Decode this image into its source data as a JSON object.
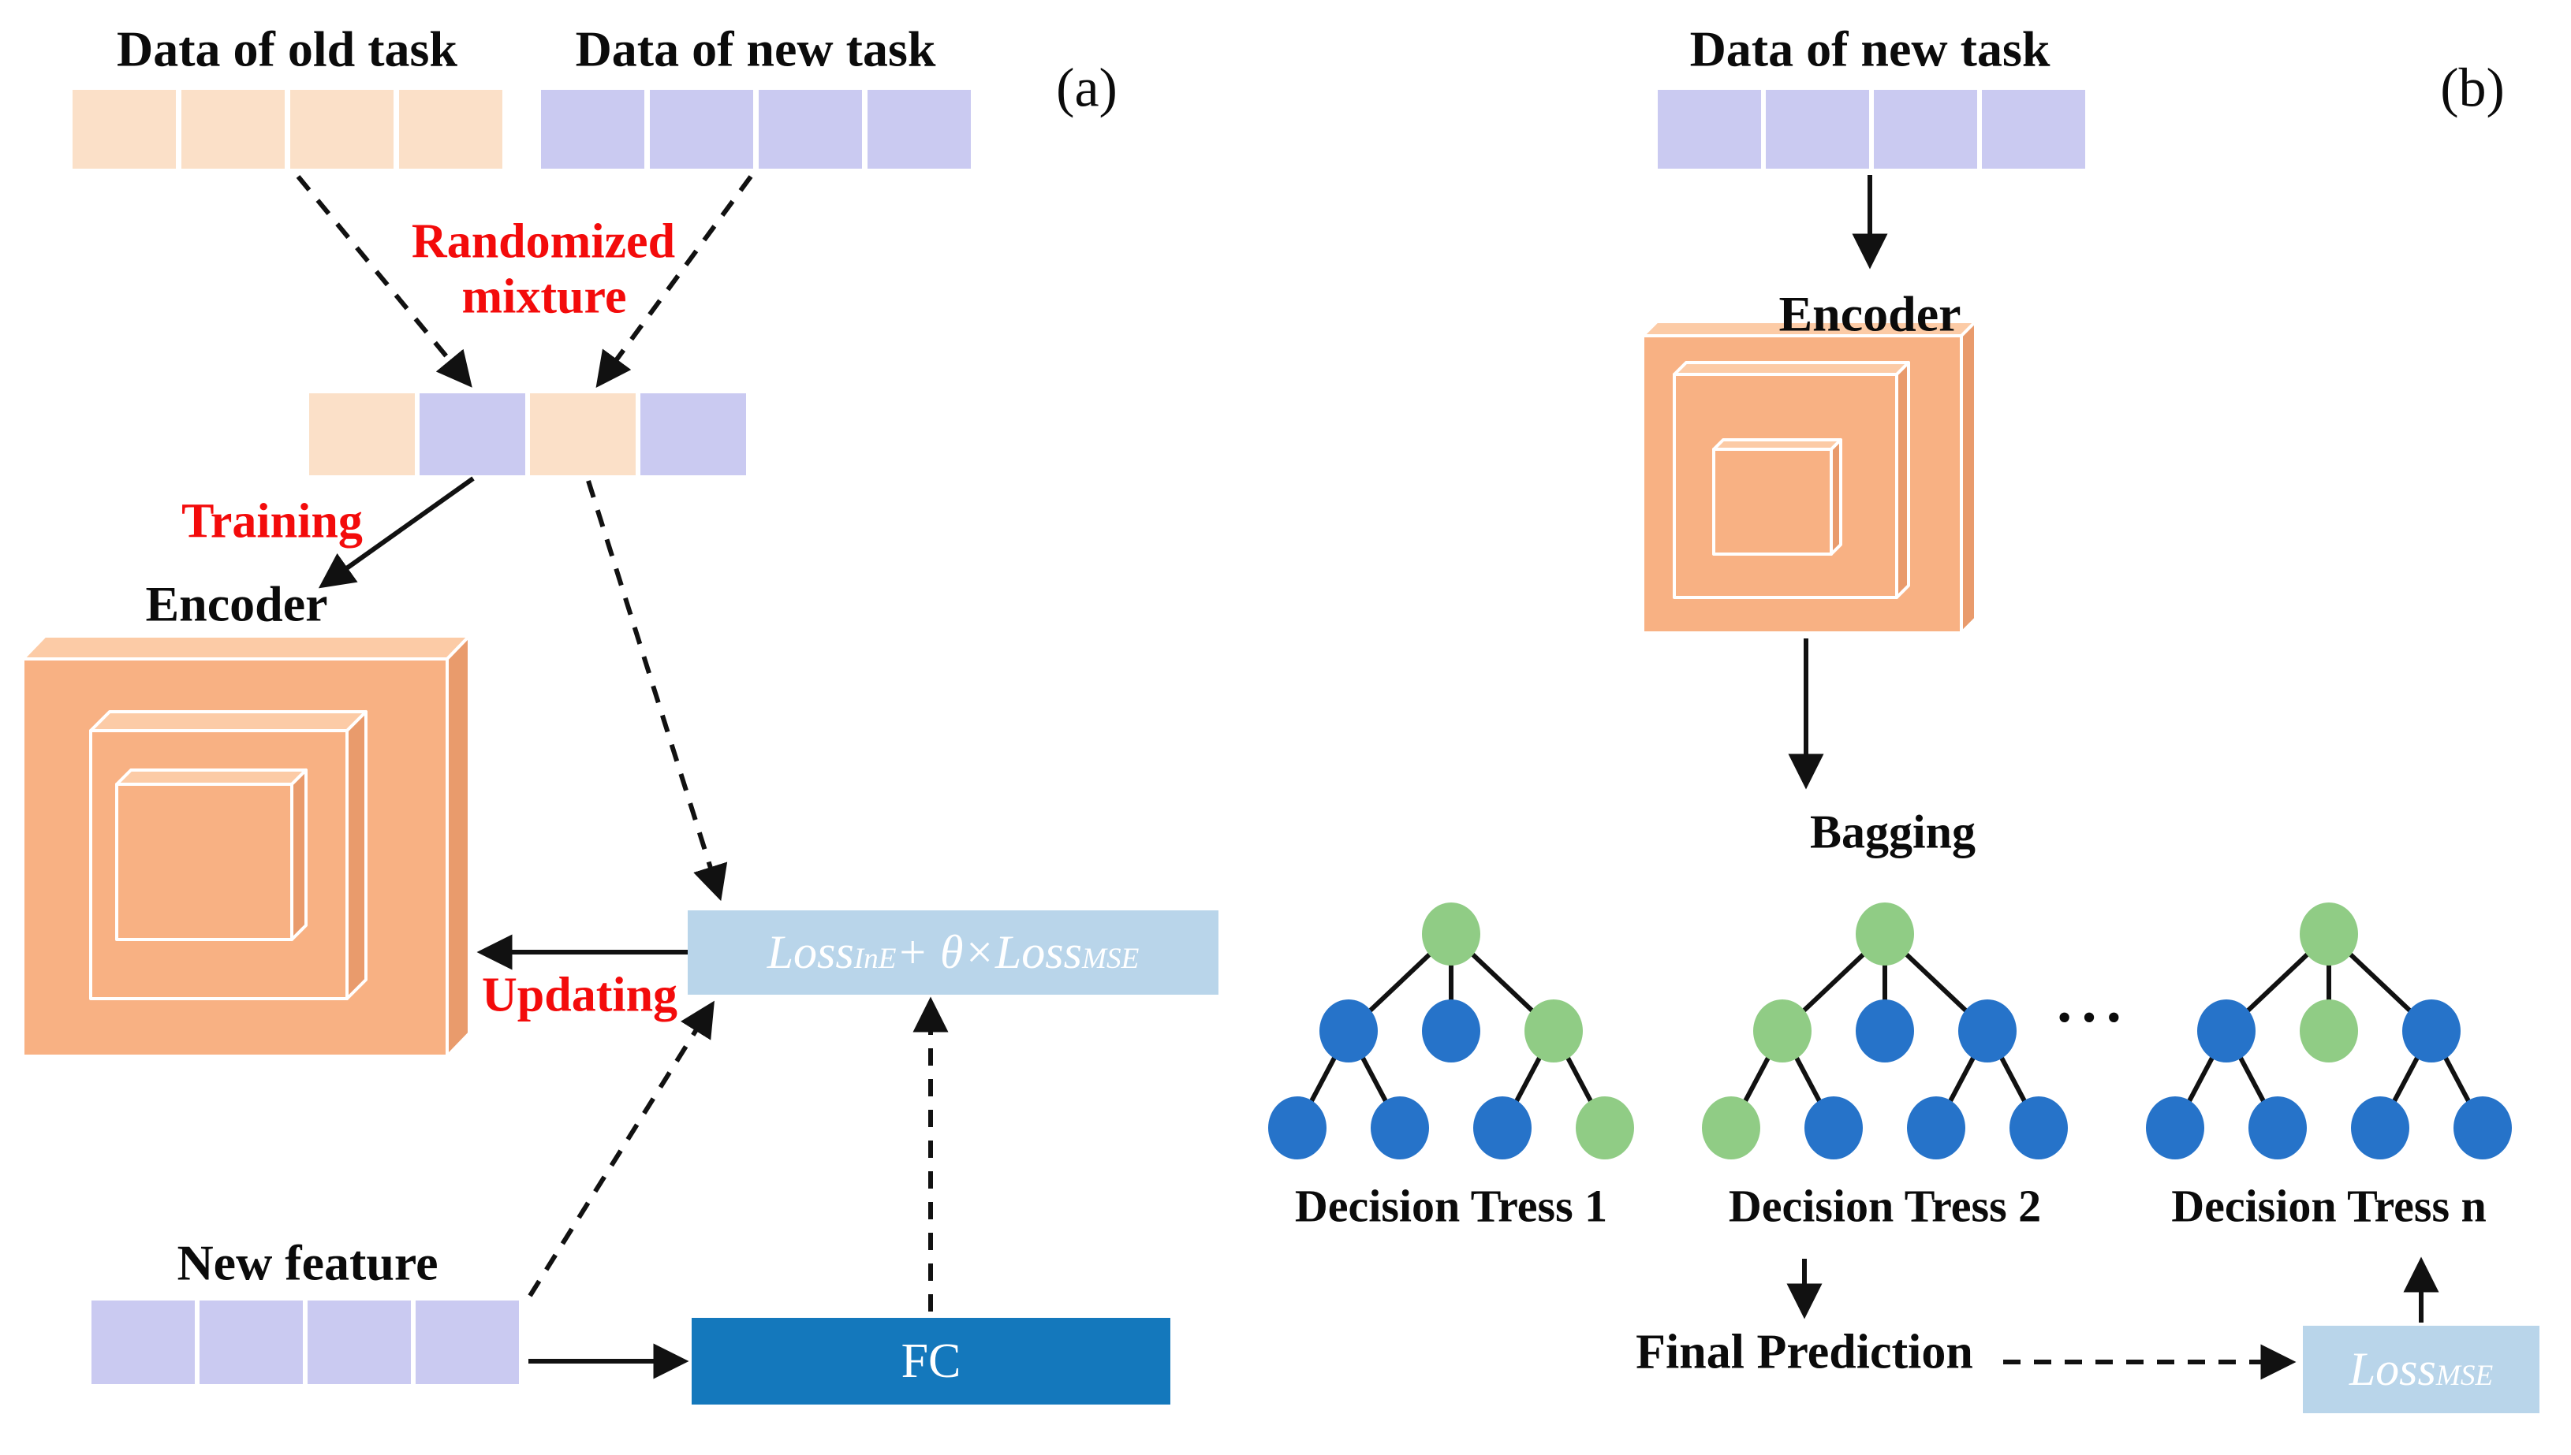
{
  "colors": {
    "peach": "#fbe0c8",
    "purple": "#cacaf1",
    "encoder_front": "#f8b183",
    "encoder_top": "#fccba6",
    "encoder_side": "#e99b6c",
    "loss_box": "#b9d5ea",
    "fc_box": "#1478bc",
    "tree_green": "#90cc85",
    "tree_blue": "#2673c9",
    "bagging_bg": "#f5f5f5",
    "red_label": "#f30b0b",
    "text": "#0b0b0b"
  },
  "panel_a": {
    "letter": "(a)",
    "old_task": {
      "title": "Data of old task",
      "cells": [
        "peach",
        "peach",
        "peach",
        "peach"
      ]
    },
    "new_task": {
      "title": "Data of new task",
      "cells": [
        "purple",
        "purple",
        "purple",
        "purple"
      ]
    },
    "randomized_line1": "Randomized",
    "randomized_line2": "mixture",
    "mixture_cells": [
      "peach",
      "purple",
      "peach",
      "purple"
    ],
    "training_label": "Training",
    "encoder_label": "Encoder",
    "updating_label": "Updating",
    "loss_formula": {
      "t1": "Loss",
      "sub1": "InE",
      "t2": " + θ×",
      "t3": "Loss",
      "sub2": "MSE"
    },
    "new_feature": {
      "title": "New feature",
      "cells": [
        "purple",
        "purple",
        "purple",
        "purple"
      ]
    },
    "fc_label": "FC"
  },
  "panel_b": {
    "letter": "(b)",
    "new_task": {
      "title": "Data of new task",
      "cells": [
        "purple",
        "purple",
        "purple",
        "purple"
      ]
    },
    "encoder_label": "Encoder",
    "bagging": {
      "title": "Bagging",
      "ellipsis": "···",
      "trees": [
        {
          "label": "Decision Tress 1",
          "root": "green",
          "mid": [
            "blue",
            "blue",
            "green"
          ],
          "leaf": [
            "blue",
            "blue",
            "blue",
            "green"
          ]
        },
        {
          "label": "Decision Tress 2",
          "root": "green",
          "mid": [
            "green",
            "blue",
            "blue"
          ],
          "leaf": [
            "green",
            "blue",
            "blue",
            "blue"
          ]
        },
        {
          "label": "Decision Tress n",
          "root": "green",
          "mid": [
            "blue",
            "green",
            "blue"
          ],
          "leaf": [
            "blue",
            "blue",
            "blue",
            "blue"
          ]
        }
      ]
    },
    "final_prediction_label": "Final Prediction",
    "loss_mse": {
      "t1": "Loss",
      "sub1": "MSE"
    }
  }
}
